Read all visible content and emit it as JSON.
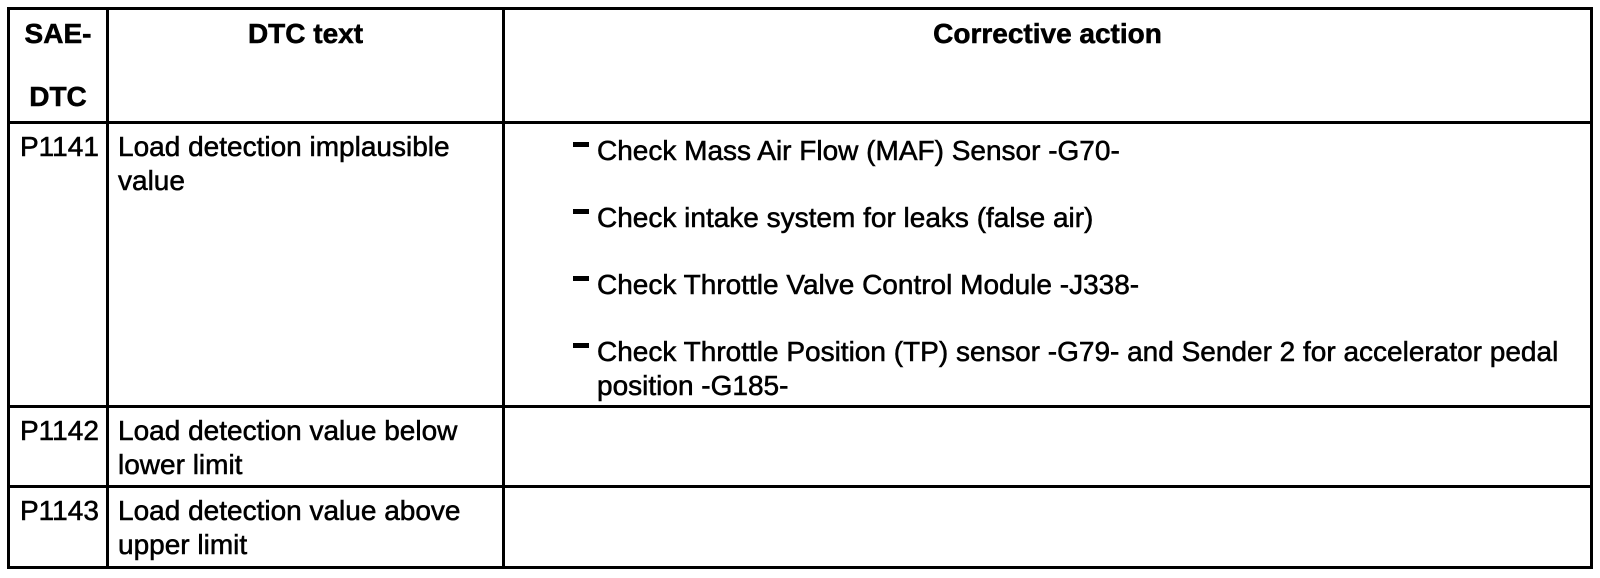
{
  "colors": {
    "background": "#ffffff",
    "text": "#000000",
    "border": "#000000"
  },
  "table": {
    "header": {
      "sae_line1": "SAE-",
      "sae_line2": "DTC",
      "dtc_text": "DTC text",
      "corrective_action": "Corrective action"
    },
    "rows": [
      {
        "code": "P1141",
        "dtc_text": "Load detection implausible value",
        "actions": [
          "Check Mass Air Flow (MAF) Sensor -G70-",
          "Check intake system for leaks (false air)",
          "Check Throttle Valve Control Module -J338-",
          "Check Throttle Position (TP) sensor -G79- and Sender 2 for accelerator pedal position -G185-"
        ]
      },
      {
        "code": "P1142",
        "dtc_text": "Load detection value below lower limit",
        "actions": []
      },
      {
        "code": "P1143",
        "dtc_text": "Load detection value above upper limit",
        "actions": []
      }
    ]
  }
}
